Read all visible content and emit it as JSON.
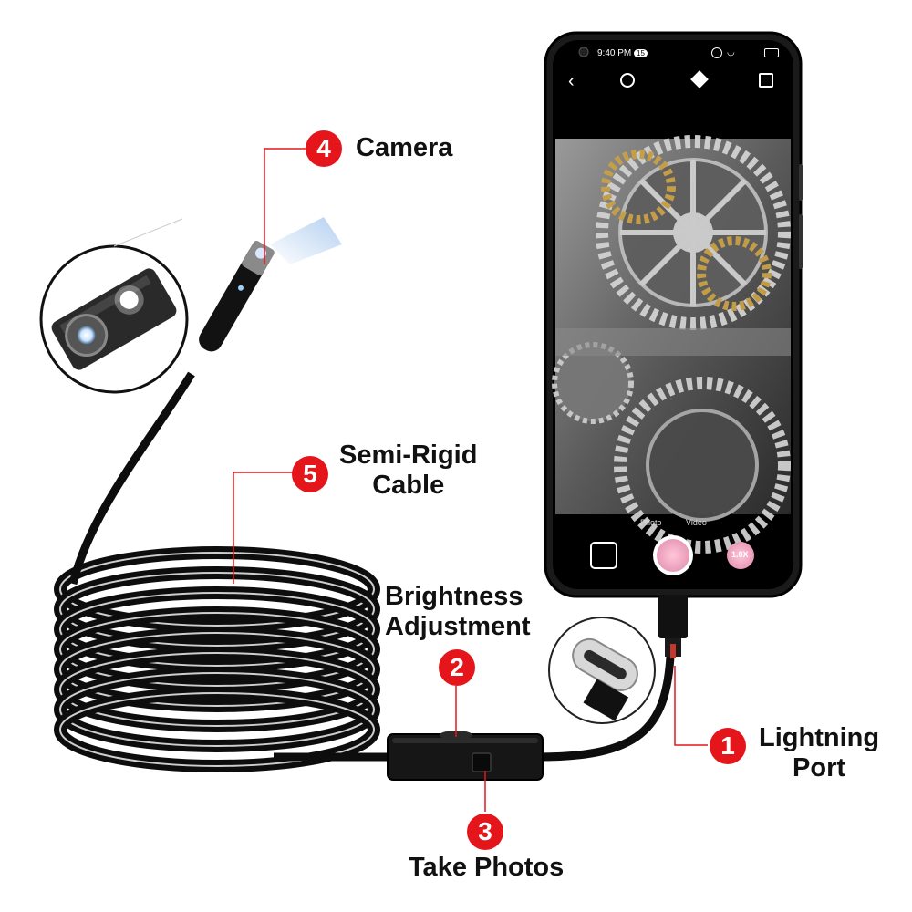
{
  "callouts": {
    "camera": {
      "number": "4",
      "label": "Camera"
    },
    "cable": {
      "number": "5",
      "line1": "Semi-Rigid",
      "line2": "Cable"
    },
    "brightness": {
      "number": "2",
      "line1": "Brightness",
      "line2": "Adjustment"
    },
    "photos": {
      "number": "3",
      "label": "Take Photos"
    },
    "port": {
      "number": "1",
      "line1": "Lightning",
      "line2": "Port"
    }
  },
  "phone": {
    "status_time": "9:40 PM",
    "status_badge": "15",
    "modes": {
      "photo": "Photo",
      "video": "Video"
    },
    "zoom": "1.0X"
  },
  "colors": {
    "badge": "#e4161b",
    "cable": "#0d0d0d",
    "phone_body": "#1a1a1a"
  },
  "icons": [
    "back-icon",
    "rotate-icon",
    "cube-icon",
    "split-view-icon",
    "gallery-icon",
    "shutter-icon",
    "zoom-icon",
    "wifi-icon",
    "battery-icon",
    "alarm-icon"
  ]
}
